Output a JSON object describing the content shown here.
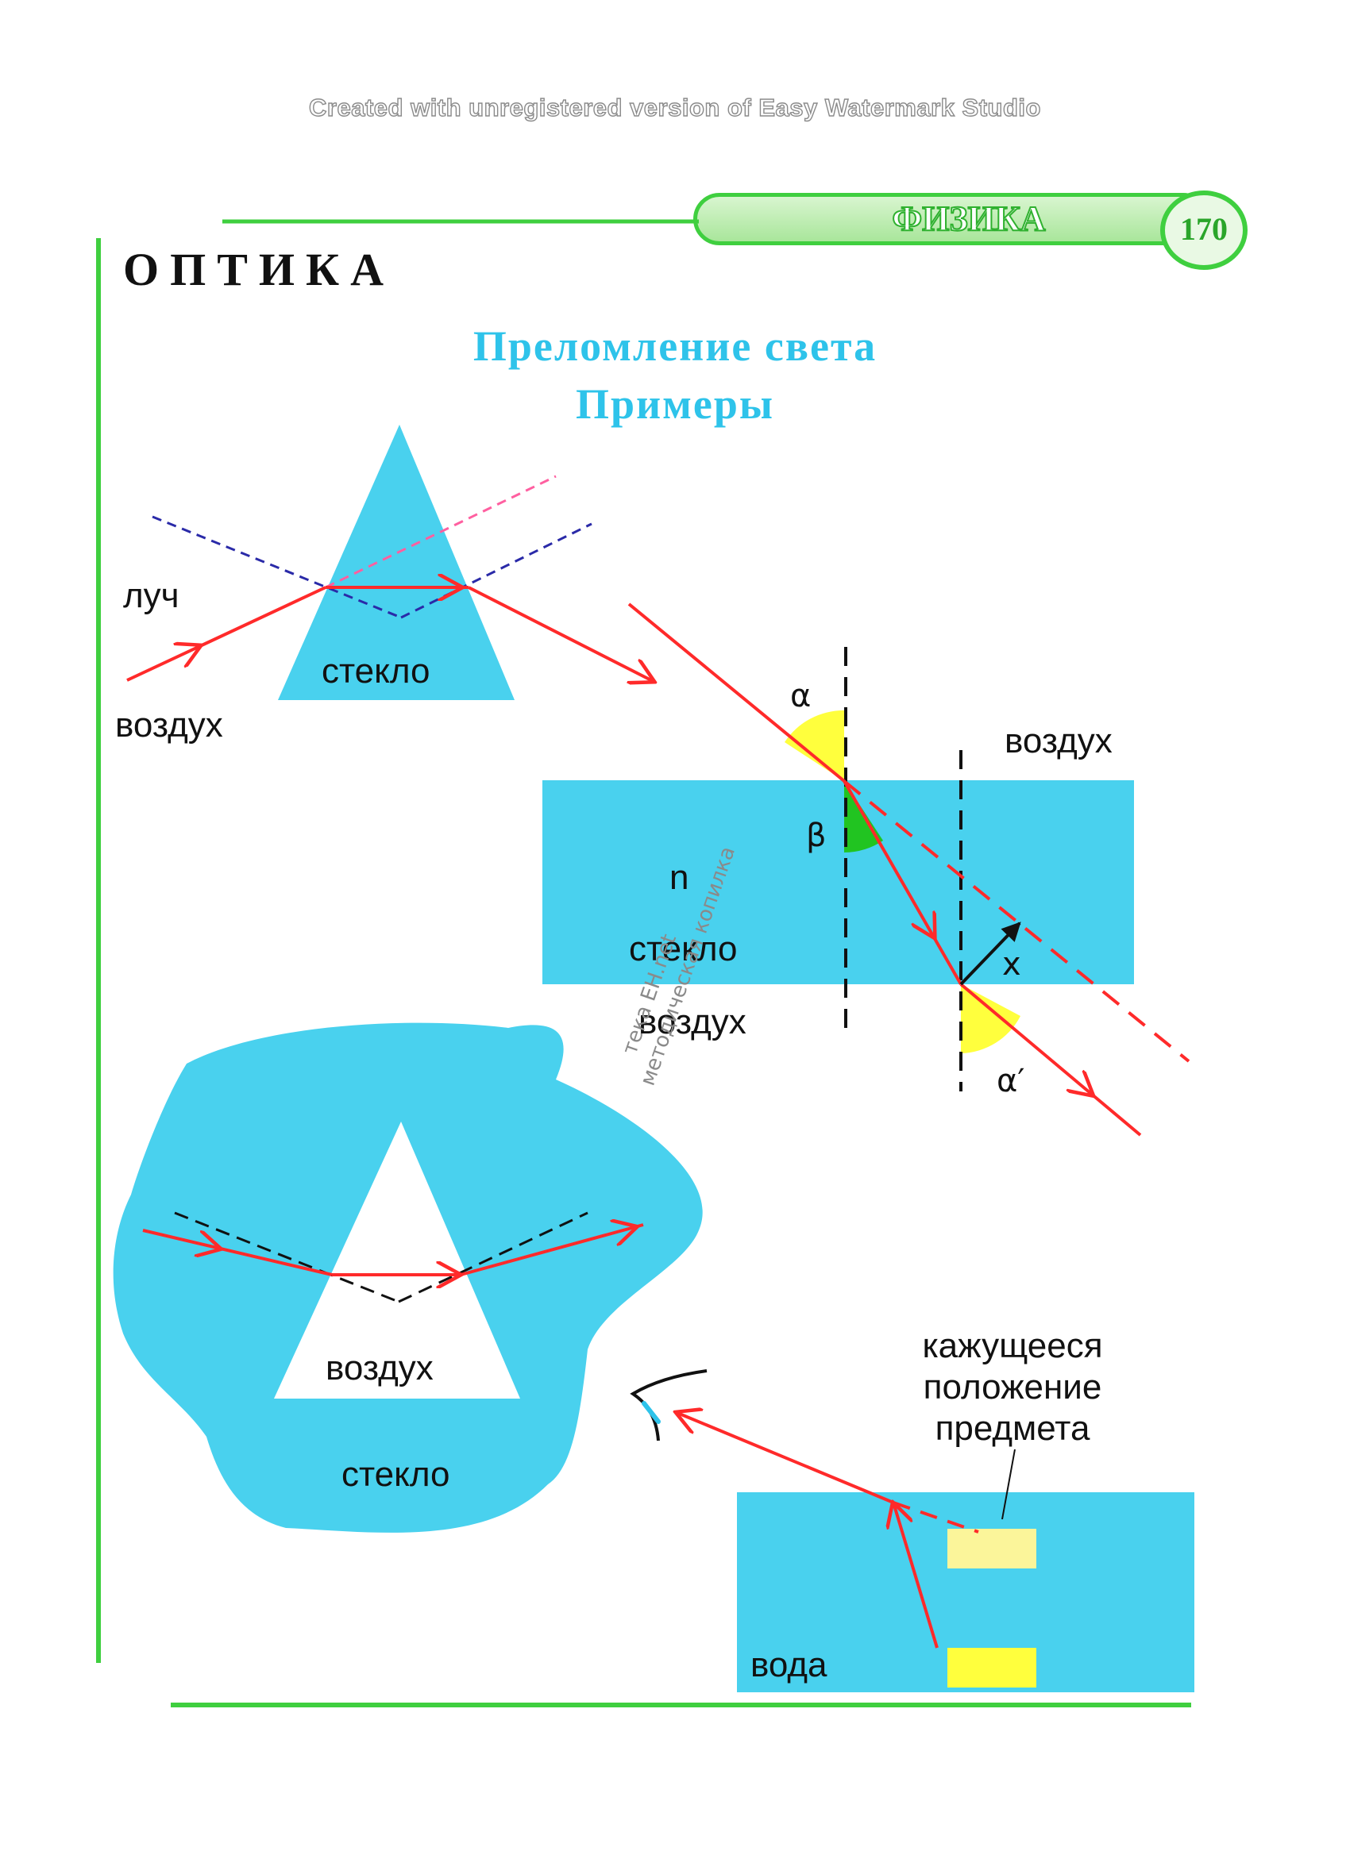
{
  "watermark": "Created with unregistered version of Easy Watermark Studio",
  "header": {
    "subject": "ФИЗИКА",
    "page_number": "170"
  },
  "section_title": "ОПТИКА",
  "heading": {
    "line1": "Преломление света",
    "line2": "Примеры"
  },
  "diagram_prism": {
    "ray_label": "луч",
    "medium_outside": "воздух",
    "medium_inside": "стекло"
  },
  "diagram_plate": {
    "air_top": "воздух",
    "air_bottom": "воздух",
    "index": "n",
    "medium": "стекло",
    "angle_incidence": "α",
    "angle_refraction": "β",
    "angle_exit": "α′",
    "shift": "x"
  },
  "diagram_air_prism": {
    "inside": "воздух",
    "outside": "стекло"
  },
  "diagram_water": {
    "caption_line1": "кажущееся",
    "caption_line2": "положение",
    "caption_line3": "предмета",
    "medium": "вода"
  },
  "stamp": {
    "line1": "тека ЕН.net",
    "line2": "методическая копилка"
  },
  "colors": {
    "cyan": "#49d1ee",
    "ray": "#ff2a2a",
    "yellow": "#ffff3d",
    "pale_yellow": "#fbf59a",
    "green": "#3fcf3f",
    "heading": "#2ec3ea"
  }
}
